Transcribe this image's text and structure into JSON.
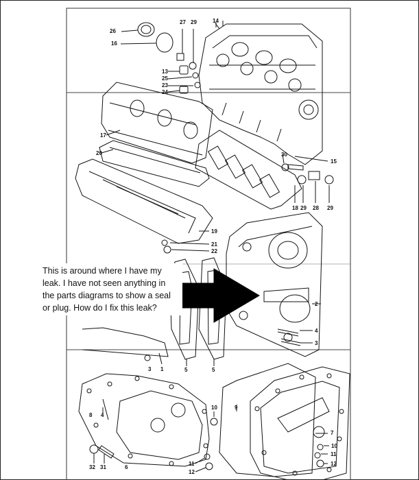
{
  "annotation": {
    "text": "This is around where I have my leak.  I have not seen anything in the parts diagrams to show a seal or plug.  How do I fix this leak?"
  },
  "part_numbers": {
    "p26": "26",
    "p16": "16",
    "p27": "27",
    "p29a": "29",
    "p14": "14",
    "p13": "13",
    "p25": "25",
    "p23": "23",
    "p24": "24",
    "p17": "17",
    "p20": "20",
    "p30": "30",
    "p15": "15",
    "p18": "18",
    "p29b": "29",
    "p28": "28",
    "p29c": "29",
    "p19": "19",
    "p21": "21",
    "p22": "22",
    "p2": "2",
    "p4a": "4",
    "p3a": "3",
    "p3b": "3",
    "p1": "1",
    "p5a": "5",
    "p5b": "5",
    "p8": "8",
    "p4b": "4",
    "p10a": "10",
    "p9": "9",
    "p7": "7",
    "p32": "32",
    "p31": "31",
    "p6": "6",
    "p11a": "11",
    "p12a": "12",
    "p10b": "10",
    "p11b": "11",
    "p12b": "12"
  }
}
